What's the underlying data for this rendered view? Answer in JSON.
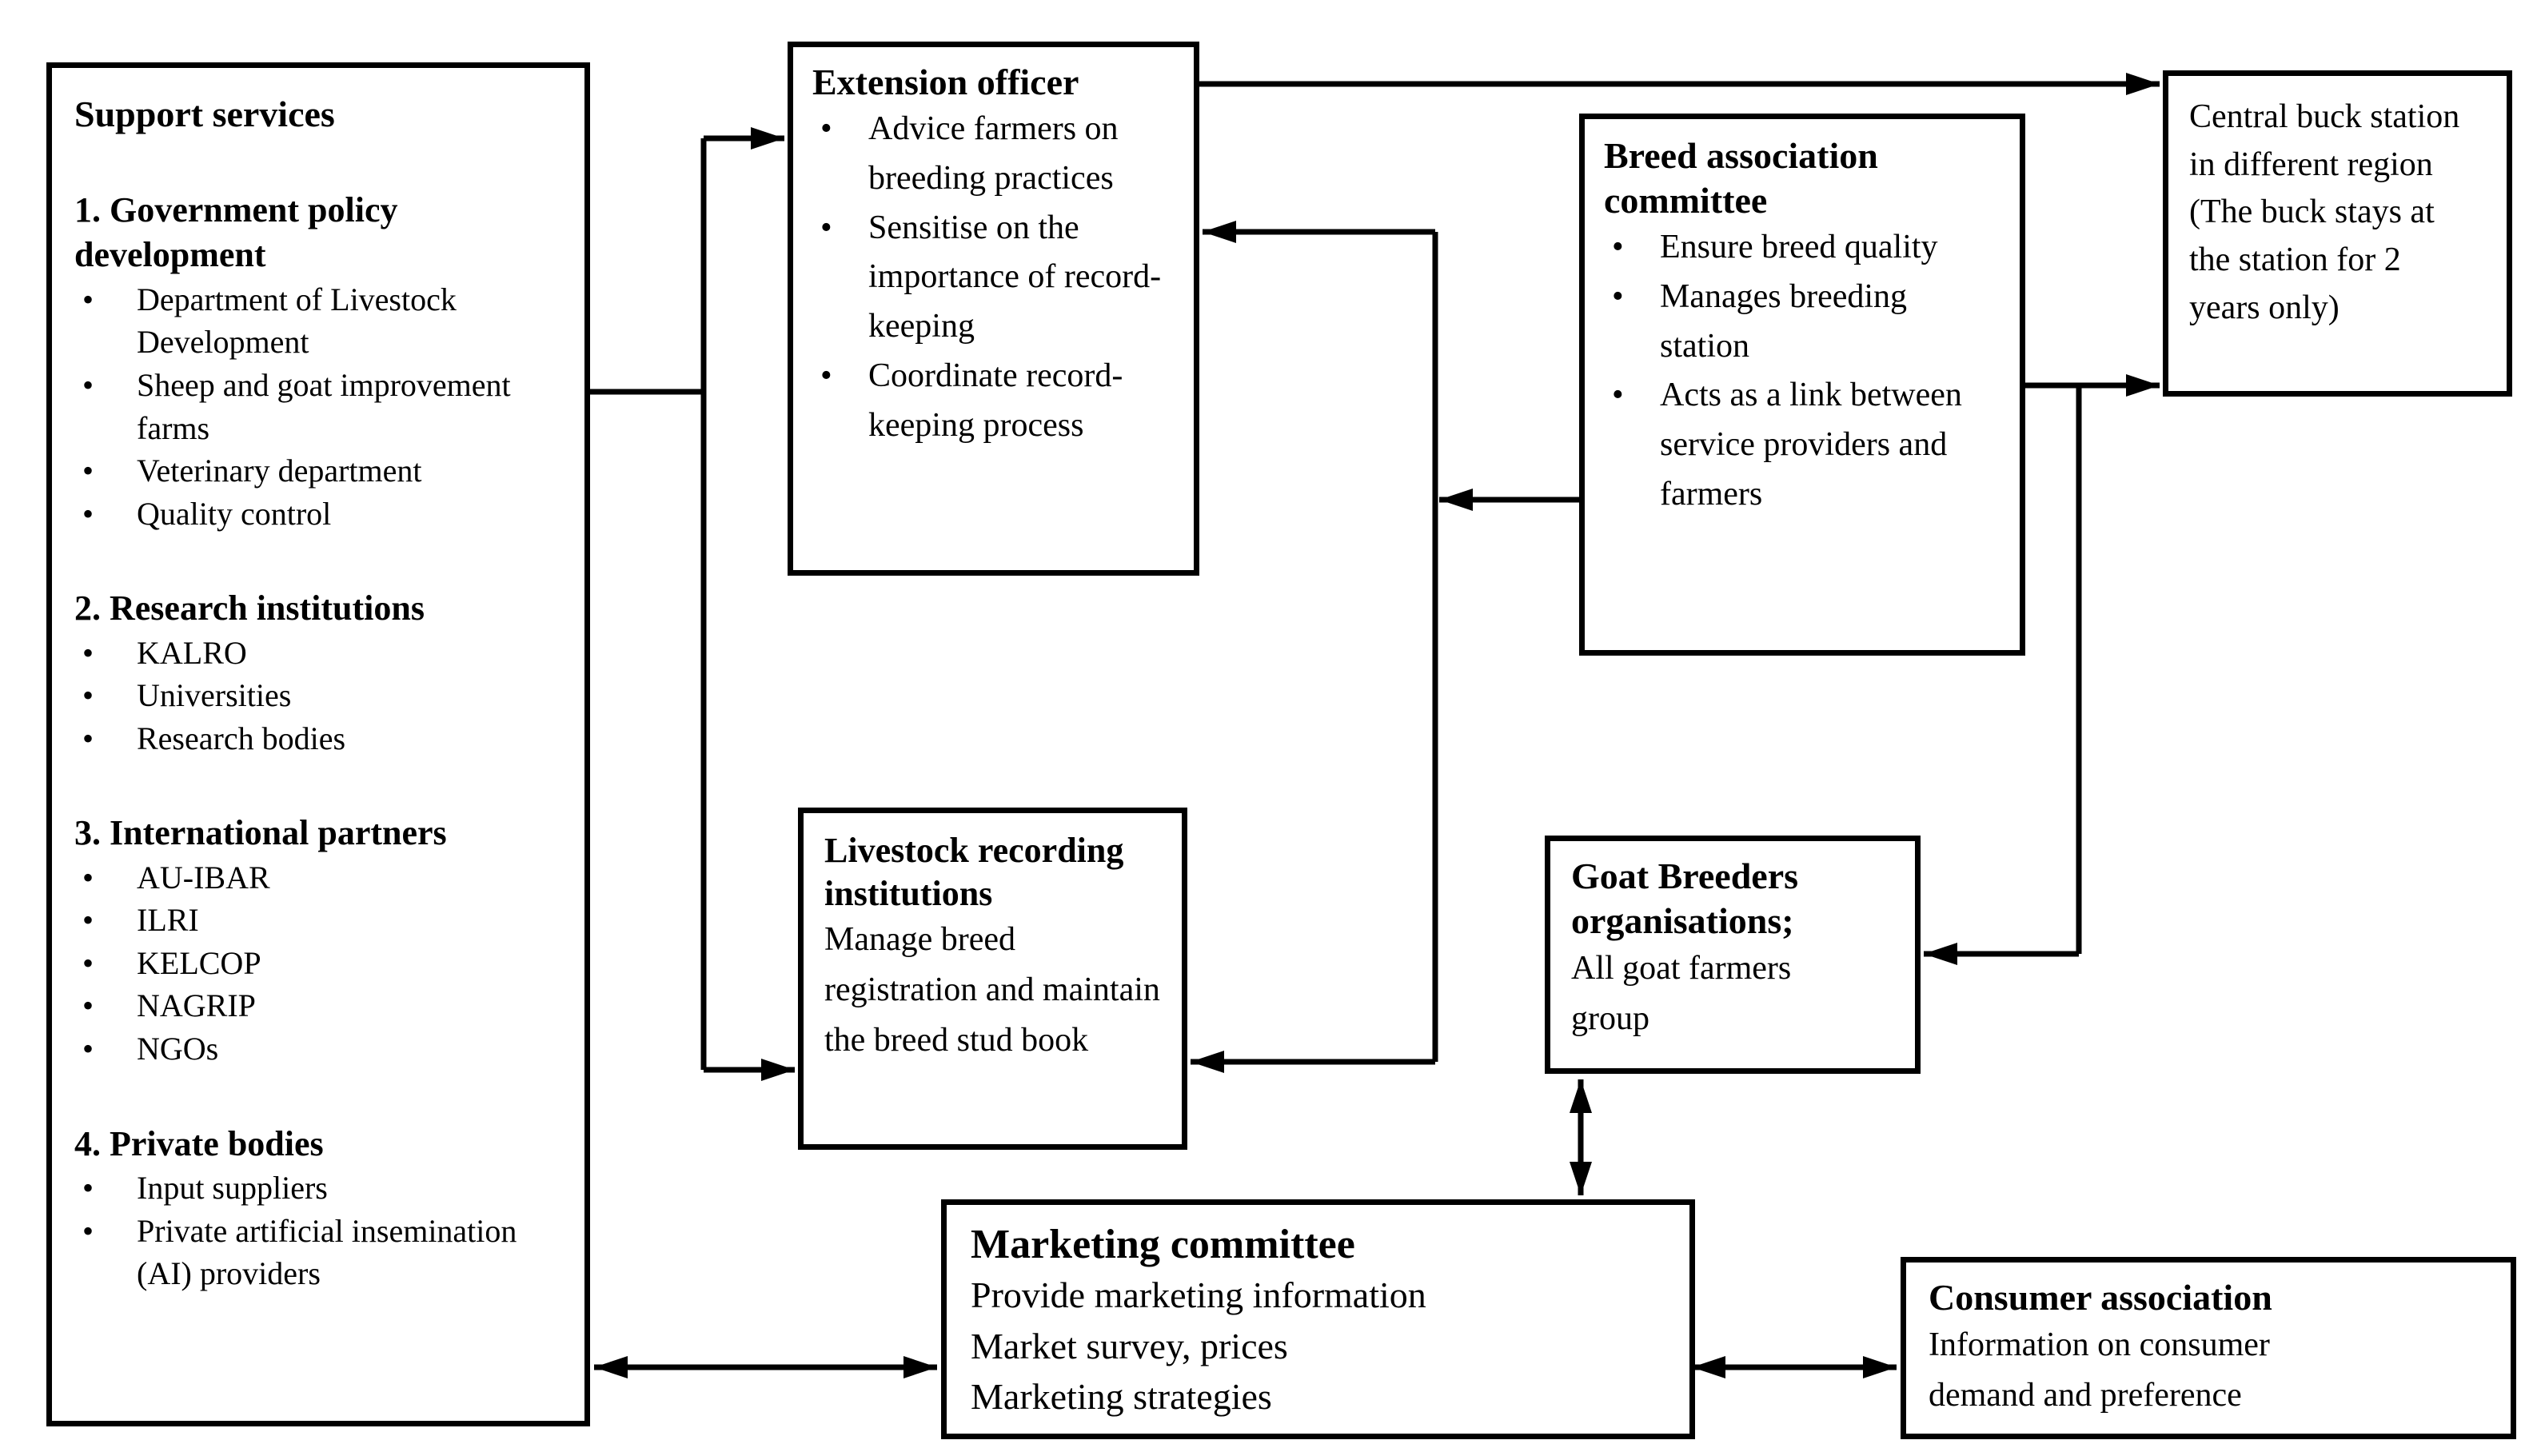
{
  "meta": {
    "background_color": "#ffffff",
    "line_color": "#000000",
    "text_color": "#000000"
  },
  "boxes": {
    "support_services": {
      "title": "Support services",
      "sections": [
        {
          "heading": "1. Government policy development",
          "items": [
            "Department of Livestock Development",
            "Sheep and goat improvement farms",
            "Veterinary department",
            "Quality control"
          ]
        },
        {
          "heading": "2. Research institutions",
          "items": [
            "KALRO",
            "Universities",
            "Research bodies"
          ]
        },
        {
          "heading": "3. International partners",
          "items": [
            "AU-IBAR",
            "ILRI",
            "KELCOP",
            "NAGRIP",
            "NGOs"
          ]
        },
        {
          "heading": "4. Private bodies",
          "items": [
            "Input suppliers",
            "Private artificial insemination (AI) providers"
          ]
        }
      ]
    },
    "extension_officer": {
      "title": "Extension officer",
      "items": [
        "Advice farmers on breeding practices",
        "Sensitise on the importance of record-keeping",
        "Coordinate record-keeping process"
      ]
    },
    "breed_association": {
      "title": "Breed association committee",
      "items": [
        "Ensure breed quality",
        "Manages breeding station",
        "Acts as a link between service providers and farmers"
      ]
    },
    "central_buck_station": {
      "text": "Central buck station in different region (The buck stays at the station for 2 years only)"
    },
    "livestock_recording": {
      "title": "Livestock recording institutions",
      "body": "Manage breed registration and maintain the breed stud book"
    },
    "goat_breeders": {
      "title": "Goat Breeders organisations;",
      "body": "All goat farmers group"
    },
    "marketing_committee": {
      "title": "Marketing committee",
      "lines": [
        "Provide marketing information",
        "Market survey, prices",
        "Marketing strategies"
      ]
    },
    "consumer_association": {
      "title": "Consumer association",
      "body": "Information on consumer demand and preference"
    }
  },
  "connections": [
    {
      "from": "support_services",
      "to": "extension_officer",
      "direction": "one-way"
    },
    {
      "from": "support_services",
      "to": "livestock_recording",
      "direction": "one-way"
    },
    {
      "from": "extension_officer",
      "to": "central_buck_station",
      "direction": "one-way"
    },
    {
      "from": "breed_association",
      "to": "extension_officer",
      "direction": "one-way"
    },
    {
      "from": "breed_association",
      "to": "livestock_recording",
      "direction": "one-way"
    },
    {
      "from": "breed_association",
      "to": "central_buck_station",
      "direction": "one-way"
    },
    {
      "from": "central_buck_station",
      "to": "goat_breeders",
      "direction": "one-way"
    },
    {
      "from": "goat_breeders",
      "to": "marketing_committee",
      "direction": "two-way"
    },
    {
      "from": "support_services",
      "to": "marketing_committee",
      "direction": "two-way"
    },
    {
      "from": "marketing_committee",
      "to": "consumer_association",
      "direction": "two-way"
    }
  ]
}
